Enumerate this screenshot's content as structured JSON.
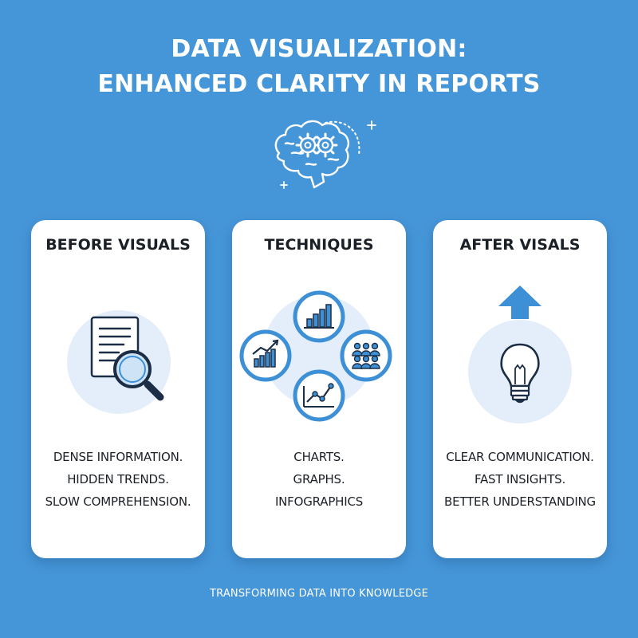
{
  "header": {
    "title_line1": "DATA VISUALIZATION:",
    "title_line2": "ENHANCED CLARITY IN REPORTS",
    "icon": "brain-gears-icon"
  },
  "cards": [
    {
      "title": "BEFORE VISUALS",
      "icon": "document-magnifier-icon",
      "items": [
        "DENSE INFORMATION.",
        "HIDDEN TRENDS.",
        "SLOW COMPREHENSION."
      ]
    },
    {
      "title": "TECHNIQUES",
      "icons": [
        "bar-chart-icon",
        "growth-chart-icon",
        "people-group-icon",
        "line-graph-icon"
      ],
      "items": [
        "CHARTS.",
        "GRAPHS.",
        "INFOGRAPHICS"
      ]
    },
    {
      "title": "AFTER VISALS",
      "icon": "lightbulb-arrow-icon",
      "items": [
        "CLEAR COMMUNICATION.",
        "FAST INSIGHTS.",
        "BETTER UNDERSTANDING"
      ]
    }
  ],
  "footer": {
    "tagline": "TRANSFORMING DATA INTO KNOWLEDGE"
  },
  "colors": {
    "background": "#4596d8",
    "accent": "#3d8fd6",
    "circle_fill": "#e3eefa",
    "ink": "#1c2e45",
    "card": "#ffffff"
  }
}
